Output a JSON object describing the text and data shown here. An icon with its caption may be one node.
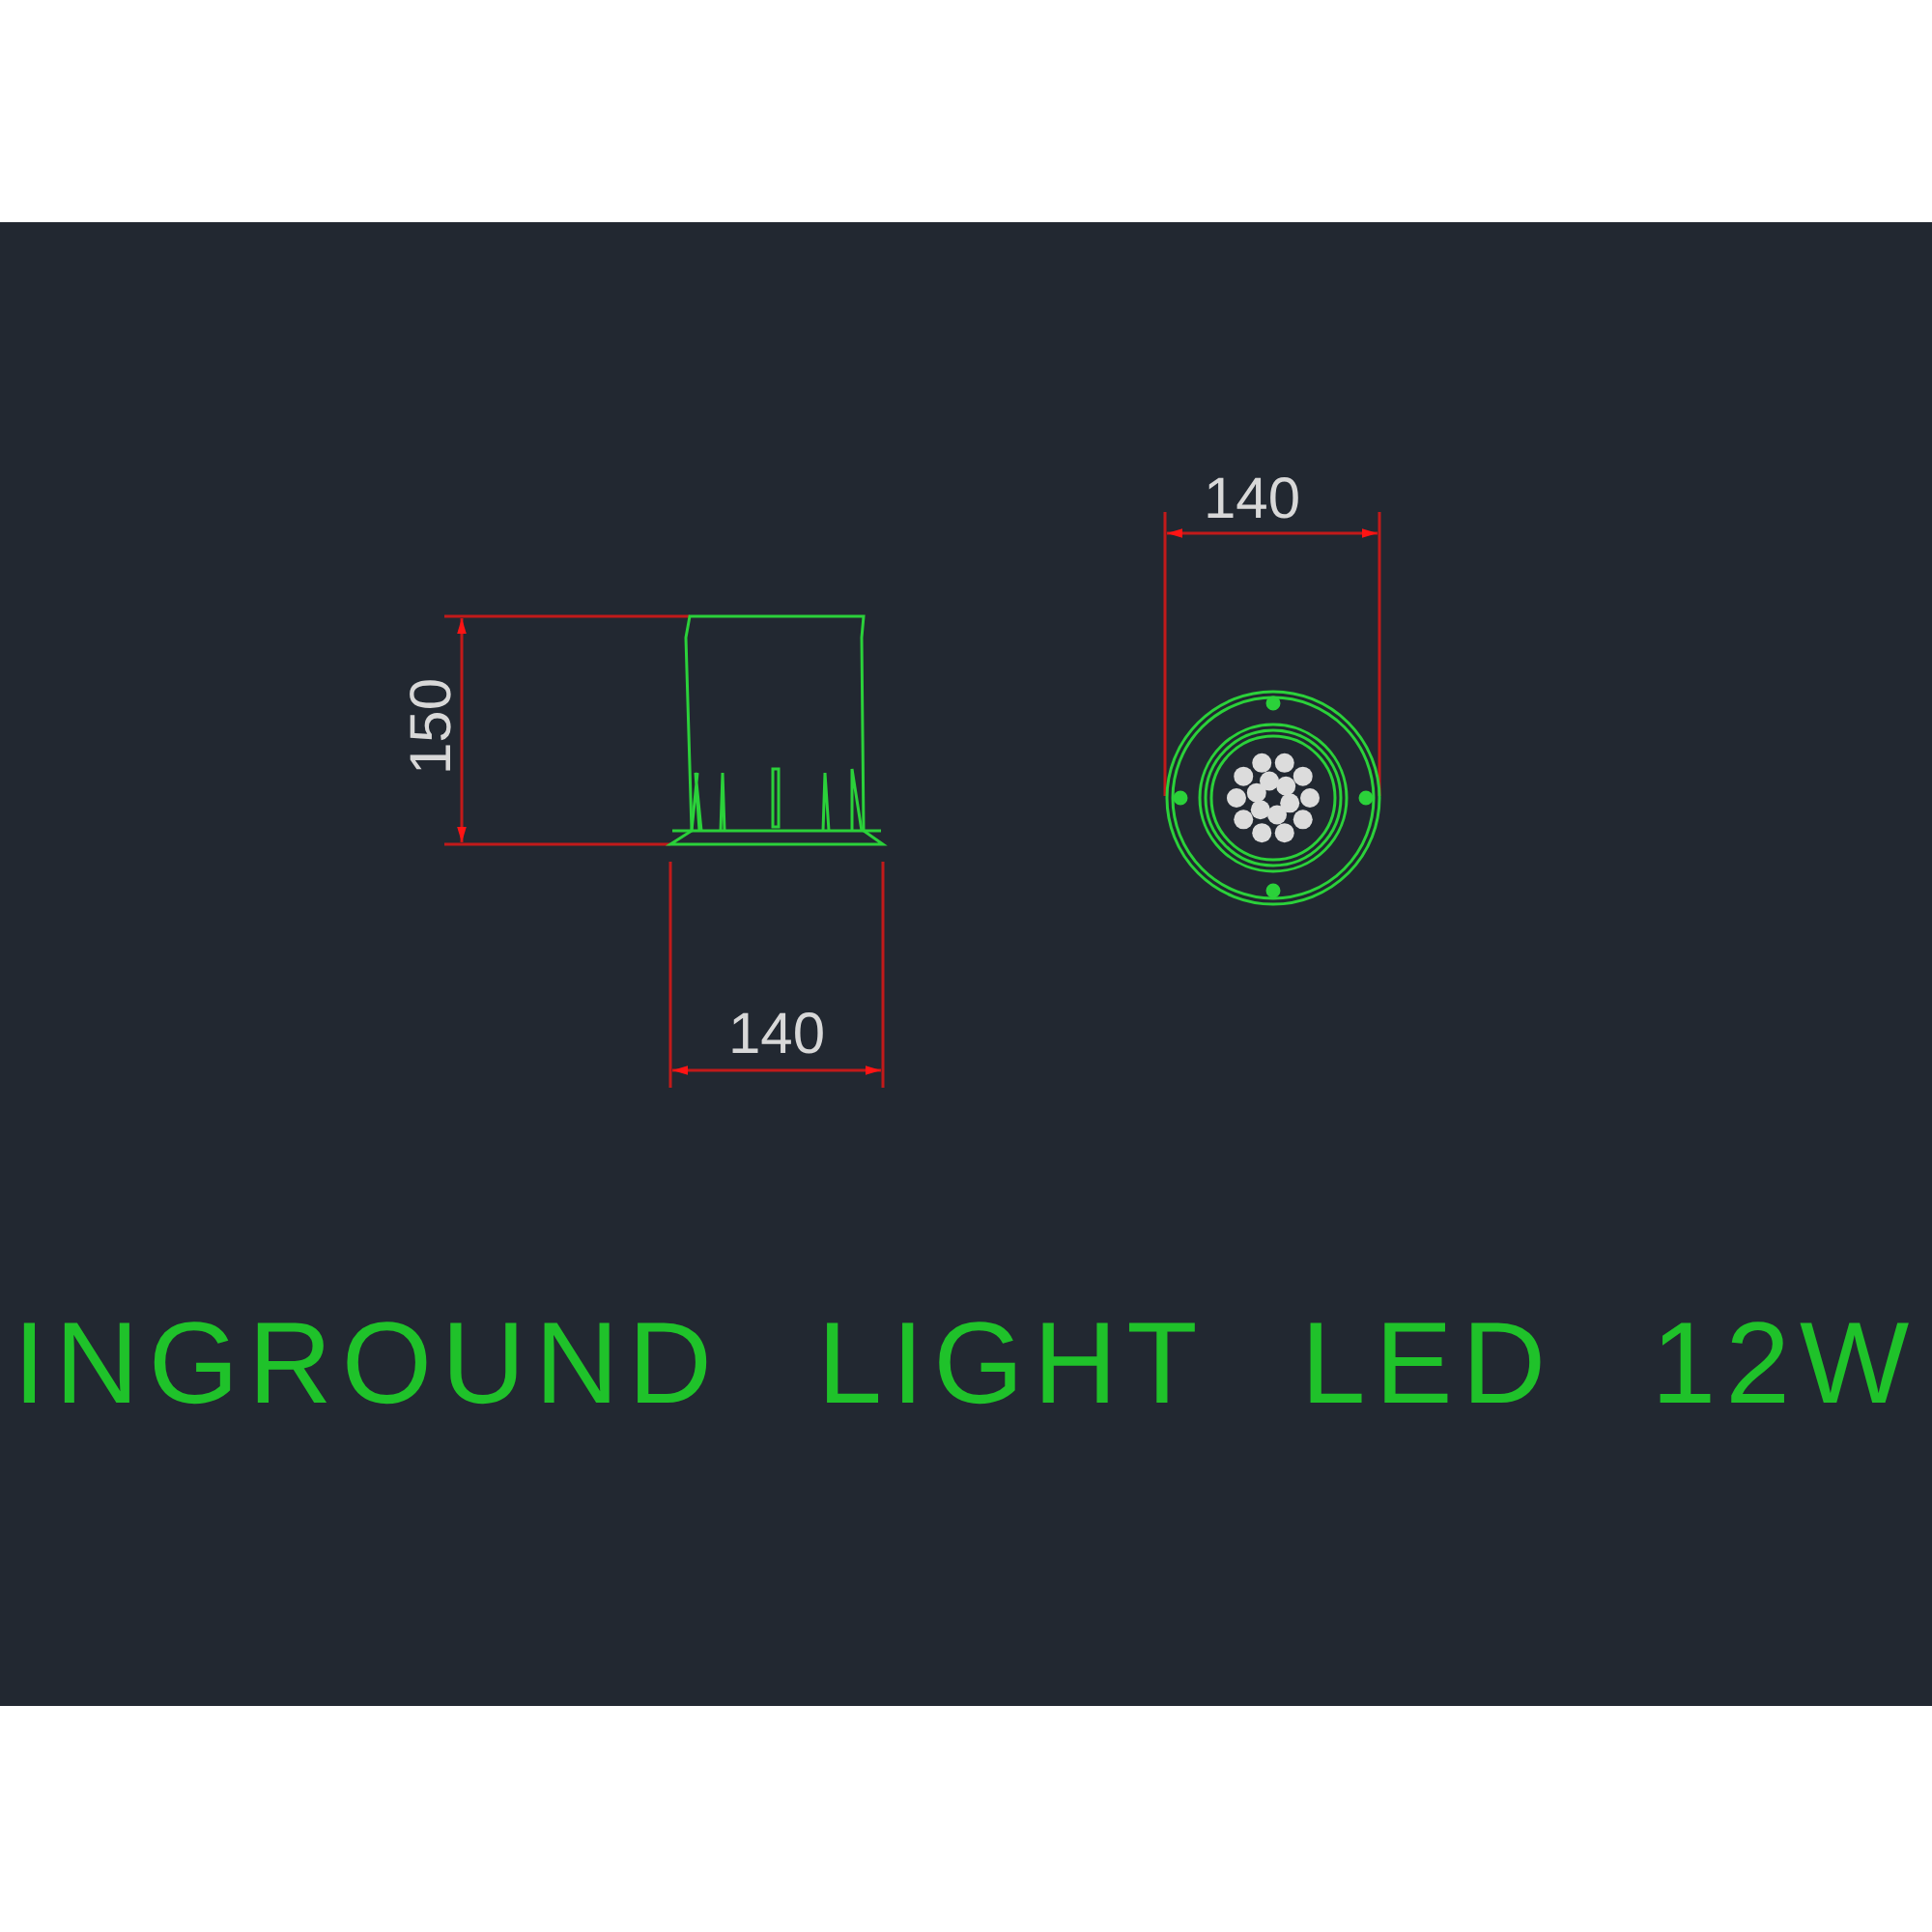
{
  "diagram": {
    "title": "INGROUND LIGHT LED 12W",
    "labels": [
      "140",
      "150",
      "140"
    ]
  }
}
